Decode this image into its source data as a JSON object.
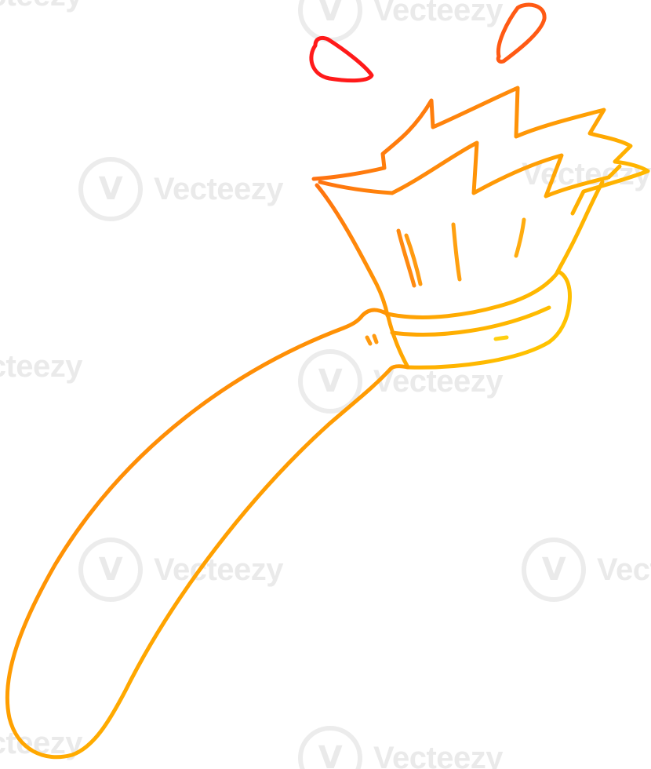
{
  "image": {
    "subject": "paintbrush-with-splash",
    "palette": {
      "red": "#ff1a1a",
      "orange": "#ff7a10",
      "amber": "#ffb000",
      "yellow": "#ffe600"
    }
  },
  "watermark": {
    "brand": "Vecteezy",
    "logo_glyph": "V",
    "instances": [
      "Vecteezy",
      "Vecteezy",
      "Vecteezy",
      "Vecteezy",
      "Vecteezy",
      "Vecteezy",
      "Vecteezy",
      "Vecteezy",
      "Vecteezy",
      "Vecteezy"
    ]
  }
}
